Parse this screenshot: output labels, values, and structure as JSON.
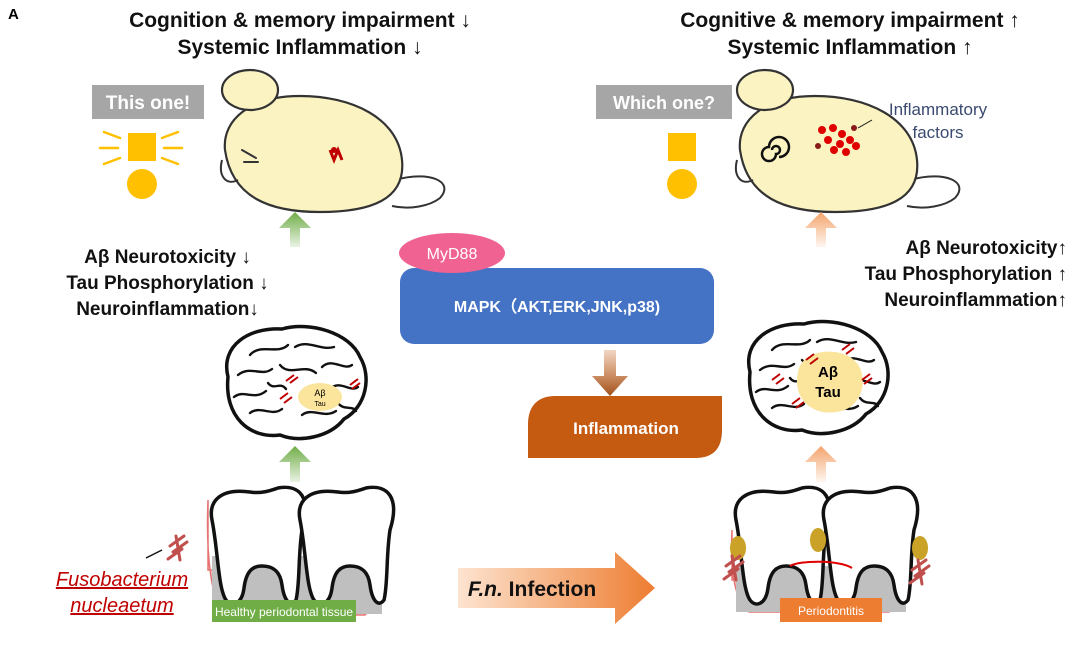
{
  "panel_label": "A",
  "left": {
    "headline": [
      "Cognition & memory impairment ↓",
      "Systemic Inflammation ↓"
    ],
    "tag": "This one!",
    "pathology": [
      "Aβ  Neurotoxicity ↓",
      "Tau Phosphorylation ↓",
      "Neuroinflammation↓"
    ],
    "brain_label_1": "Aβ",
    "brain_label_2": "Tau",
    "bacterium_label_1": "Fusobacterium",
    "bacterium_label_2": "nucleaetum",
    "tissue_label": "Healthy periodontal tissue"
  },
  "right": {
    "headline": [
      "Cognitive & memory impairment ↑",
      "Systemic Inflammation ↑"
    ],
    "tag": "Which one?",
    "inflammatory_label_1": "Inflammatory",
    "inflammatory_label_2": "factors",
    "pathology": [
      "Aβ  Neurotoxicity↑",
      "Tau Phosphorylation ↑",
      "Neuroinflammation↑"
    ],
    "brain_label_1": "Aβ",
    "brain_label_2": "Tau",
    "tissue_label": "Periodontitis"
  },
  "center": {
    "myd88": "MyD88",
    "mapk": "MAPK（AKT,ERK,JNK,p38)",
    "inflammation": "Inflammation",
    "infection_prefix": "F.n.",
    "infection_suffix": " Infection"
  },
  "colors": {
    "mouse_fill": "#fbf3c2",
    "mapk_box": "#4472c4",
    "myd88": "#f06292",
    "inflammation_box": "#c55a11",
    "green_arrow": "#70ad47",
    "orange_arrow": "#f4a46c",
    "tag_gray": "#a6a6a6",
    "signal_orange": "#ffc000",
    "bacterium_red": "#c00000",
    "healthy_bar": "#70ad47",
    "periodontitis_bar": "#ed7d31"
  }
}
